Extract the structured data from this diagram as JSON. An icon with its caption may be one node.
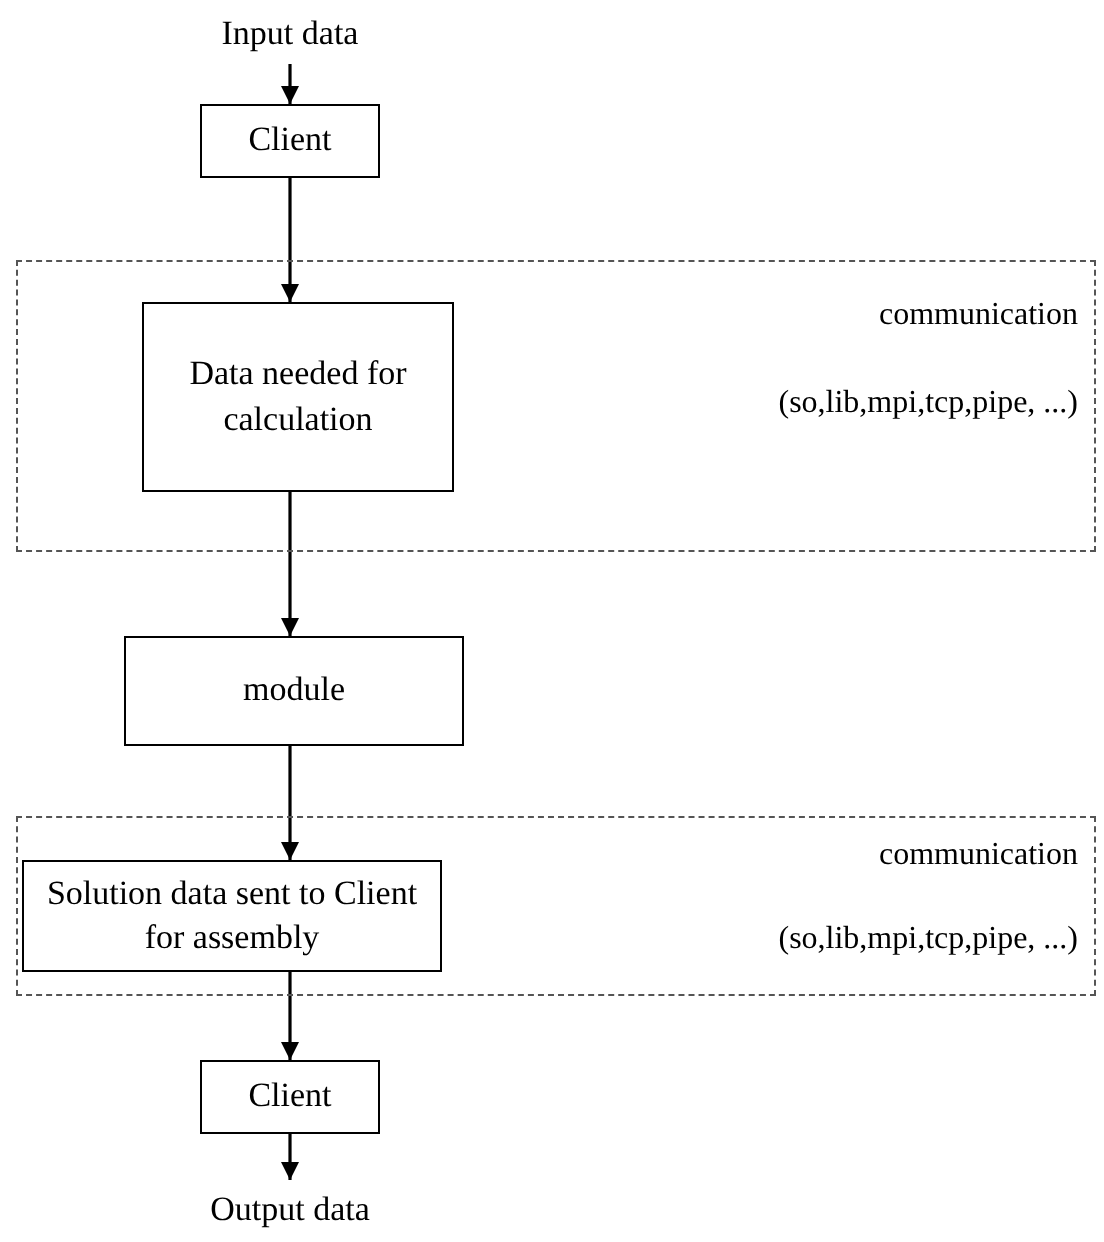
{
  "diagram": {
    "nodes": [
      {
        "text": [
          "Input data"
        ]
      },
      {
        "text": [
          "Client"
        ]
      },
      {
        "text": [
          "communication",
          "(so,lib,mpi,tcp,pipe, ...)"
        ]
      },
      {
        "text": [
          "Data needed for calculation"
        ],
        "in": 2
      },
      {
        "text": [
          "module"
        ]
      },
      {
        "text": [
          "communication",
          "(so,lib,mpi,tcp,pipe, ...)"
        ]
      },
      {
        "text": [
          "Solution data sent to Client for assembly"
        ],
        "in": 5
      },
      {
        "text": [
          "Client"
        ]
      },
      {
        "text": [
          "Output data"
        ]
      }
    ],
    "edges": [
      {
        "from": 0,
        "to": 1,
        "arrow": "to"
      },
      {
        "from": 1,
        "to": 3,
        "arrow": "to"
      },
      {
        "from": 3,
        "to": 4,
        "arrow": "to"
      },
      {
        "from": 4,
        "to": 6,
        "arrow": "to"
      },
      {
        "from": 6,
        "to": 7,
        "arrow": "to"
      },
      {
        "from": 7,
        "to": 8,
        "arrow": "to"
      }
    ]
  }
}
